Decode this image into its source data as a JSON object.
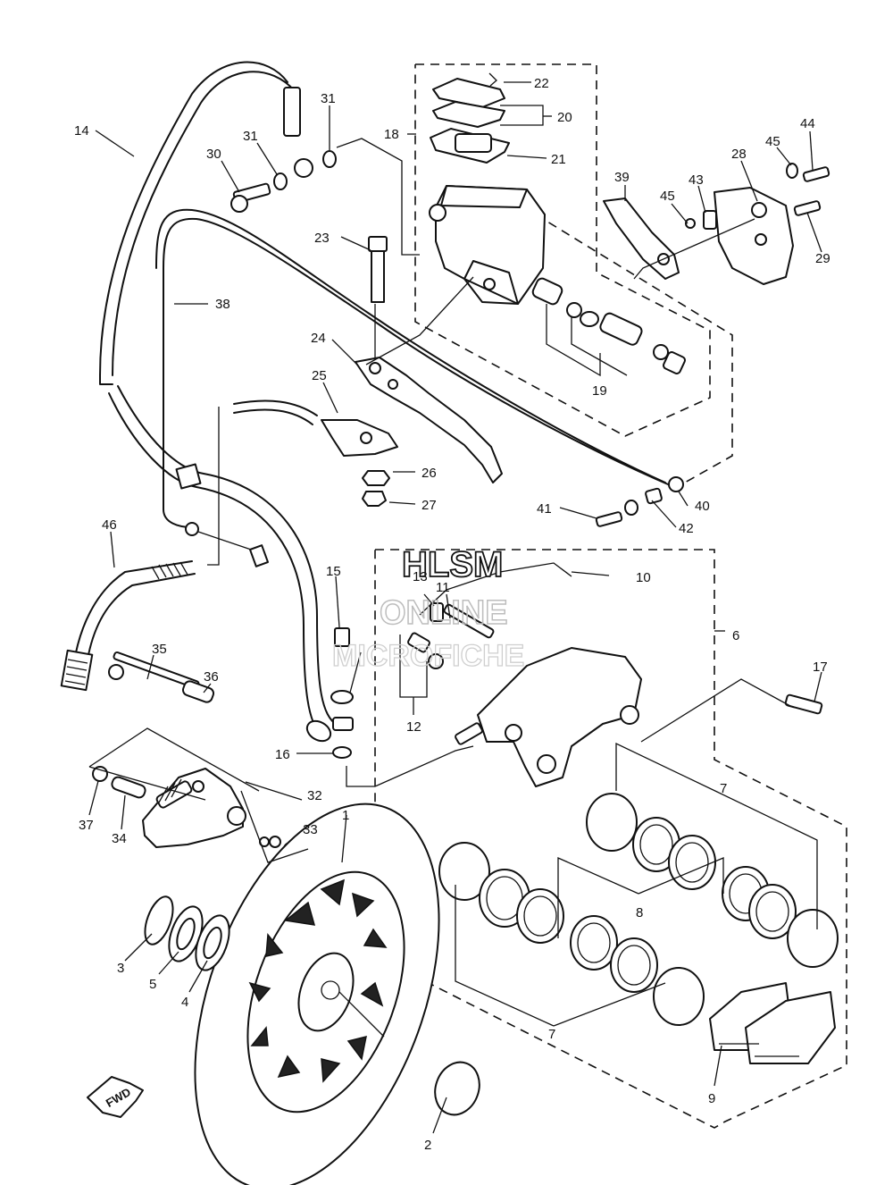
{
  "watermark": {
    "line1": "HLSM",
    "line2": "ONLINE",
    "line3": "MICROFICHE"
  },
  "direction_marker": {
    "text": "FWD"
  },
  "callouts": [
    "1",
    "2",
    "3",
    "4",
    "5",
    "6",
    "7",
    "7",
    "8",
    "9",
    "10",
    "11",
    "12",
    "13",
    "14",
    "15",
    "16",
    "17",
    "18",
    "19",
    "20",
    "21",
    "22",
    "23",
    "24",
    "25",
    "26",
    "27",
    "28",
    "29",
    "30",
    "31",
    "31",
    "32",
    "33",
    "34",
    "35",
    "36",
    "37",
    "38",
    "39",
    "40",
    "41",
    "42",
    "43",
    "44",
    "45",
    "45",
    "46"
  ]
}
